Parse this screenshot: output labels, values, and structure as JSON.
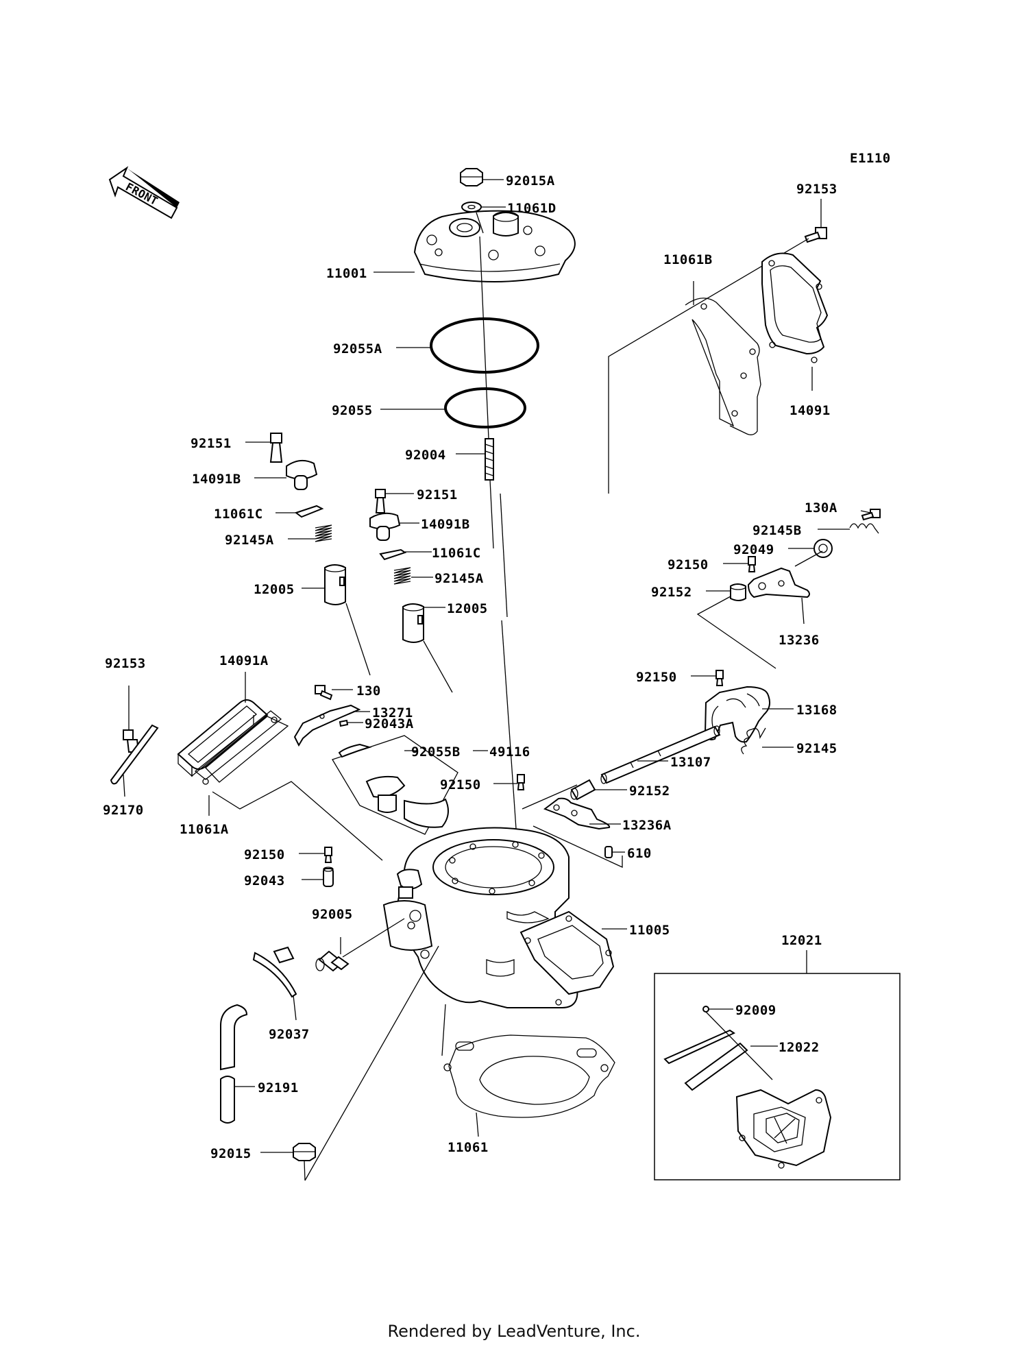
{
  "diagram_code": "E1110",
  "front_label": "FRONT",
  "footer": "Rendered by LeadVenture, Inc.",
  "callouts": {
    "c92015A": "92015A",
    "c11061D": "11061D",
    "c11001": "11001",
    "c92055A": "92055A",
    "c92055": "92055",
    "c92004": "92004",
    "c92151a": "92151",
    "c14091Ba": "14091B",
    "c11061Ca": "11061C",
    "c92145Aa": "92145A",
    "c12005a": "12005",
    "c92151b": "92151",
    "c14091Bb": "14091B",
    "c11061Cb": "11061C",
    "c92145Ab": "92145A",
    "c12005b": "12005",
    "c92153a": "92153",
    "c11061B": "11061B",
    "c14091": "14091",
    "c130A": "130A",
    "c92145B": "92145B",
    "c92049": "92049",
    "c92150a": "92150",
    "c92152a": "92152",
    "c13236": "13236",
    "c92153b": "92153",
    "c14091A": "14091A",
    "c92170": "92170",
    "c11061A": "11061A",
    "c130": "130",
    "c13271": "13271",
    "c92043A": "92043A",
    "c92055B": "92055B",
    "c49116": "49116",
    "c92150b": "92150",
    "c13168": "13168",
    "c92145": "92145",
    "c13107": "13107",
    "c92150c": "92150",
    "c92152b": "92152",
    "c13236A": "13236A",
    "c610": "610",
    "c92150d": "92150",
    "c92043": "92043",
    "c92005": "92005",
    "c11005": "11005",
    "c12021": "12021",
    "c92009": "92009",
    "c12022": "12022",
    "c92037": "92037",
    "c92191": "92191",
    "c92015": "92015",
    "c11061": "11061"
  }
}
